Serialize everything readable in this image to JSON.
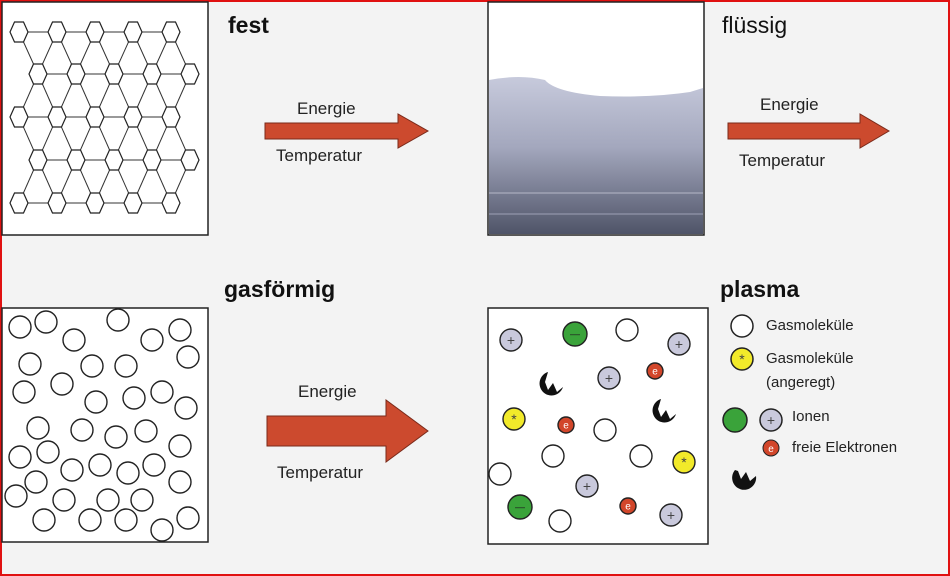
{
  "states": {
    "solid": "fest",
    "liquid": "flüssig",
    "gas": "gasförmig",
    "plasma": "plasma"
  },
  "arrows": [
    {
      "top": "Energie",
      "bottom": "Temperatur"
    },
    {
      "top": "Energie",
      "bottom": "Temperatur"
    },
    {
      "top": "Energie",
      "bottom": "Temperatur"
    }
  ],
  "legend": {
    "gas_molecules": "Gasmoleküle",
    "excited_line1": "Gasmoleküle",
    "excited_line2": "(angeregt)",
    "ions": "Ionen",
    "electrons": "freie Elektronen"
  },
  "colors": {
    "border": "#e01010",
    "arrow": "#cc4a2e",
    "ion_positive": "#c9c9dc",
    "ion_negative": "#3aa33a",
    "excited": "#f2ea2a",
    "electron": "#d2462a",
    "fragment": "#111111"
  }
}
